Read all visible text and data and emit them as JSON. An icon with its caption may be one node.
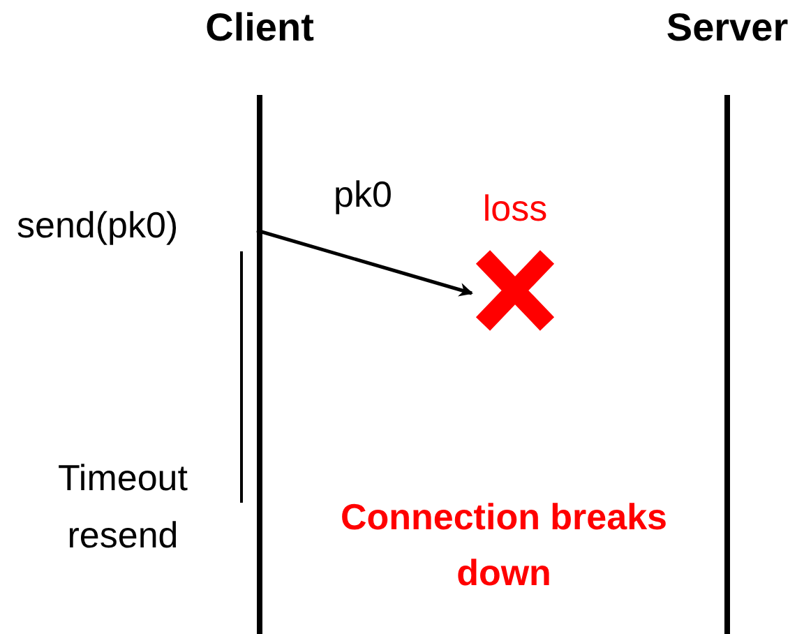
{
  "diagram": {
    "nodes": [
      {
        "text": [
          "Client"
        ]
      },
      {
        "text": [
          "Server"
        ]
      },
      {
        "text": [],
        "shape": "cross",
        "beside": [
          "loss"
        ]
      }
    ],
    "edges": [
      {
        "from": 0,
        "to": 2,
        "arrow": "to",
        "label": "pk0"
      }
    ],
    "labels": [
      "send(pk0)",
      "Timeout resend",
      "Connection breaks down"
    ]
  }
}
